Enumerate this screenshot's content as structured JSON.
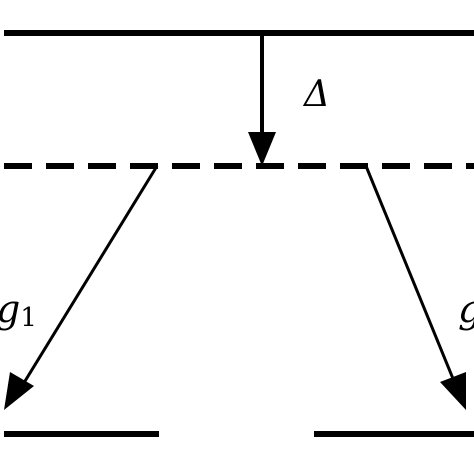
{
  "diagram": {
    "labels": {
      "delta": "Δ",
      "g1": "g",
      "g1_sub": "1",
      "g2": "g"
    },
    "colors": {
      "stroke": "#000000",
      "background": "#ffffff"
    }
  }
}
